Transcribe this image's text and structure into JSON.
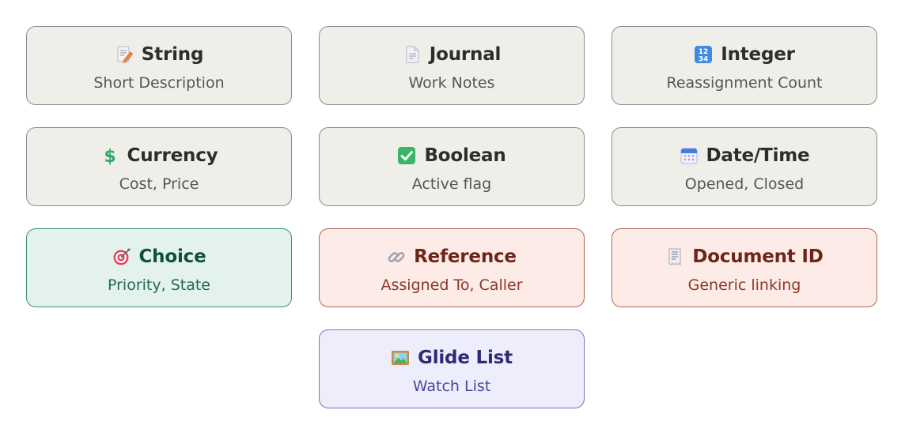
{
  "cards": [
    {
      "title": "String",
      "subtitle": "Short Description",
      "icon": "pencil-memo-icon"
    },
    {
      "title": "Journal",
      "subtitle": "Work Notes",
      "icon": "page-icon"
    },
    {
      "title": "Integer",
      "subtitle": "Reassignment Count",
      "icon": "numbers-1234-icon"
    },
    {
      "title": "Currency",
      "subtitle": "Cost, Price",
      "icon": "dollar-sign-icon"
    },
    {
      "title": "Boolean",
      "subtitle": "Active flag",
      "icon": "check-box-icon"
    },
    {
      "title": "Date/Time",
      "subtitle": "Opened, Closed",
      "icon": "calendar-icon"
    },
    {
      "title": "Choice",
      "subtitle": "Priority, State",
      "icon": "target-icon"
    },
    {
      "title": "Reference",
      "subtitle": "Assigned To, Caller",
      "icon": "link-icon"
    },
    {
      "title": "Document ID",
      "subtitle": "Generic linking",
      "icon": "receipt-icon"
    },
    {
      "title": "Glide List",
      "subtitle": "Watch List",
      "icon": "framed-picture-icon"
    }
  ],
  "colors": {
    "neutral_bg": "#efeee9",
    "neutral_border": "#8c8c8c",
    "choice_bg": "#e3f3ec",
    "choice_border": "#3b8f74",
    "reference_bg": "#fcebe6",
    "reference_border": "#b26652",
    "glide_bg": "#eeedfb",
    "glide_border": "#7a74c6"
  }
}
